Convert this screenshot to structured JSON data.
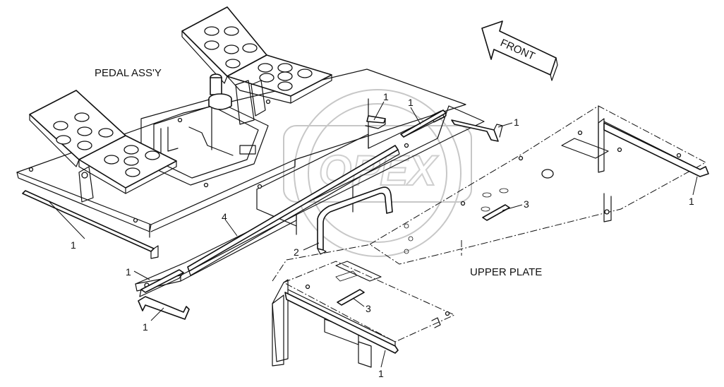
{
  "labels": {
    "pedal_assy": "PEDAL ASS'Y",
    "upper_plate": "UPPER PLATE",
    "front": "FRONT"
  },
  "callouts": {
    "c1a": "1",
    "c1b": "1",
    "c1c": "1",
    "c1d": "1",
    "c1e": "1",
    "c1f": "1",
    "c1g": "1",
    "c1h": "1",
    "c2": "2",
    "c3a": "3",
    "c3b": "3",
    "c4": "4"
  },
  "watermark": {
    "text": "OPEX"
  }
}
